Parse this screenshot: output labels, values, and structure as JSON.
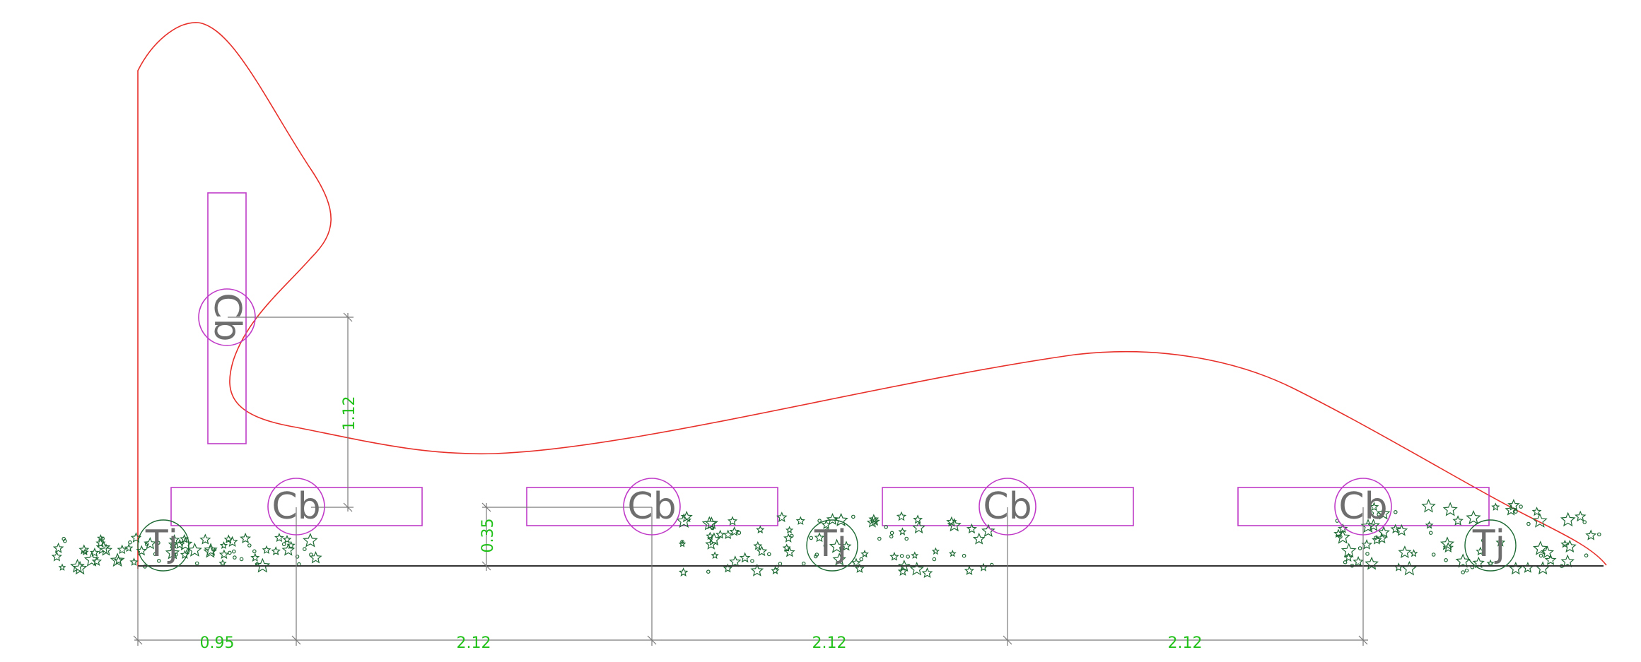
{
  "symbols": {
    "cb_label": "Cb",
    "tj_label": "Tj"
  },
  "dimensions": {
    "vertical_offset": "1.12",
    "small_offset": "0.35",
    "spans": [
      "0.95",
      "2.12",
      "2.12",
      "2.12"
    ]
  },
  "colors": {
    "outline": "#e8302a",
    "planter": "#c03cc8",
    "dimension": "#22c11a",
    "dim_lines": "#7a7a7a",
    "groundcover": "#1f6b35",
    "ground_line": "#333333"
  }
}
